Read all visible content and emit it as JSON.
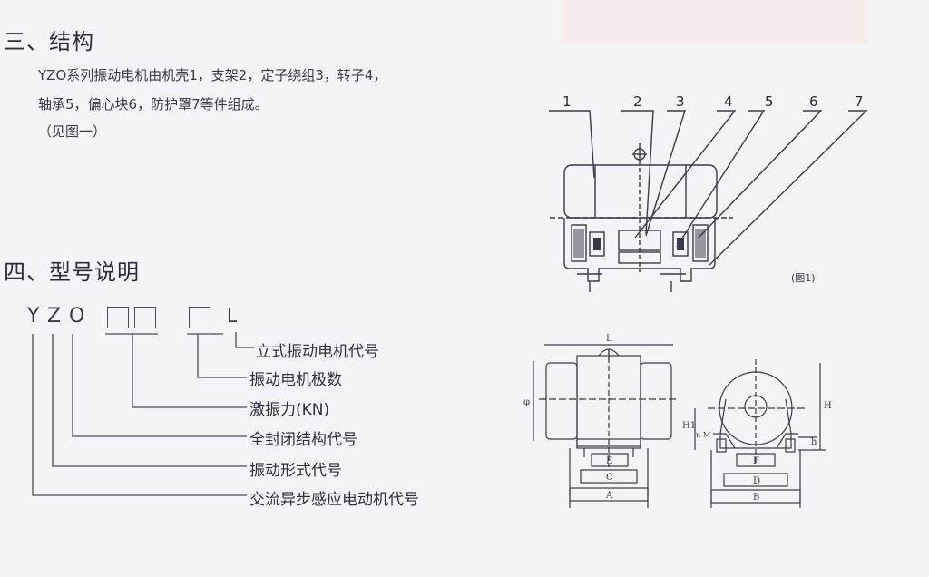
{
  "section3": {
    "heading": "三、结构",
    "line1": "YZO系列振动电机由机壳1，支架2，定子绕组3，转子4，",
    "line2": "轴承5，偏心块6，防护罩7等件组成。",
    "line3": "（见图一）"
  },
  "section4": {
    "heading": "四、型号说明",
    "code_letters": [
      "Y",
      "Z",
      "O"
    ],
    "code_suffix": "L",
    "labels": [
      "立式振动电机代号",
      "振动电机极数",
      "激振力(KN)",
      "全封闭结构代号",
      "振动形式代号",
      "交流异步感应电动机代号"
    ]
  },
  "figure1": {
    "callouts": [
      "1",
      "2",
      "3",
      "4",
      "5",
      "6",
      "7"
    ],
    "caption": "(图1)"
  },
  "figure2": {
    "dims": {
      "L": "L",
      "phi": "φ",
      "E": "E",
      "C": "C",
      "A": "A",
      "F": "F",
      "D": "D",
      "B": "B",
      "H": "H",
      "h": "h",
      "H1": "H1",
      "nM": "n-M"
    }
  }
}
